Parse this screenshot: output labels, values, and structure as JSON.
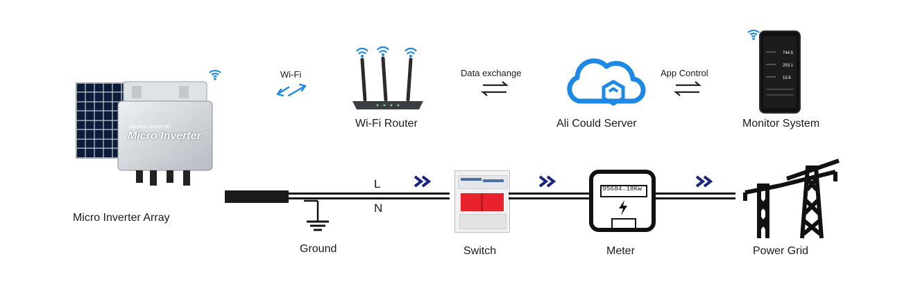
{
  "nodes": {
    "inverter": {
      "label": "Micro Inverter Array",
      "brand_line": "Wireless Series M2",
      "model_text": "Micro Inverter"
    },
    "router": {
      "label": "Wi-Fi Router"
    },
    "cloud": {
      "label": "Ali Could Server"
    },
    "monitor": {
      "label": "Monitor System",
      "screen_values": [
        "744.5",
        "253.1",
        "15.6"
      ]
    },
    "ground": {
      "label": "Ground"
    },
    "switch": {
      "label": "Switch"
    },
    "meter": {
      "label": "Meter",
      "reading": "95684.18Kw"
    },
    "grid": {
      "label": "Power Grid"
    }
  },
  "links": {
    "wifi": "Wi-Fi",
    "data_exchange": "Data exchange",
    "app_control": "App Control"
  },
  "wires": {
    "live": "L",
    "neutral": "N"
  },
  "colors": {
    "wifi_blue": "#1e88e5",
    "cloud_blue": "#1e88e5",
    "flow_navy": "#1a237e",
    "breaker_red": "#e8232e",
    "wire": "#111111"
  },
  "icons": {
    "wifi": "wifi-icon",
    "flow": "double-chevron-right-icon",
    "exchange": "bidirectional-arrows-icon",
    "ground": "ground-symbol-icon",
    "bolt": "lightning-bolt-icon"
  }
}
